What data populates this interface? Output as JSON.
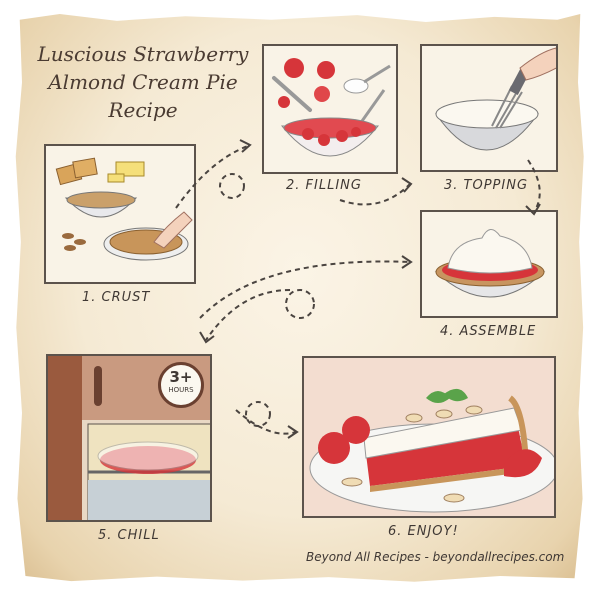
{
  "title": {
    "lines": [
      "Luscious Strawberry",
      "Almond Cream Pie",
      "Recipe"
    ]
  },
  "steps": [
    {
      "number": 1,
      "label": "1. CRUST",
      "scene": "graham crackers, butter, almonds, bowl of crumbs, hand pressing crust into pie dish"
    },
    {
      "number": 2,
      "label": "2. FILLING",
      "scene": "strawberries, knife, spoon of sugar, glass bowl of sliced strawberries"
    },
    {
      "number": 3,
      "label": "3. TOPPING",
      "scene": "hand whisking cream in metal bowl"
    },
    {
      "number": 4,
      "label": "4. ASSEMBLE",
      "scene": "pie with strawberry filling topped with whipped cream"
    },
    {
      "number": 5,
      "label": "5. CHILL",
      "scene": "covered pie in refrigerator",
      "timer": {
        "value": "3+",
        "unit": "HOURS"
      }
    },
    {
      "number": 6,
      "label": "6. ENJOY!",
      "scene": "slice of strawberry almond cream pie with mint, sliced almonds and strawberries on plate"
    }
  ],
  "footer": {
    "credit": "Beyond All Recipes - beyondallrecipes.com"
  },
  "colors": {
    "paper": "#f5ead4",
    "ink": "#3f3834",
    "strawberry": "#d6353a",
    "cream": "#fbf8f0"
  }
}
